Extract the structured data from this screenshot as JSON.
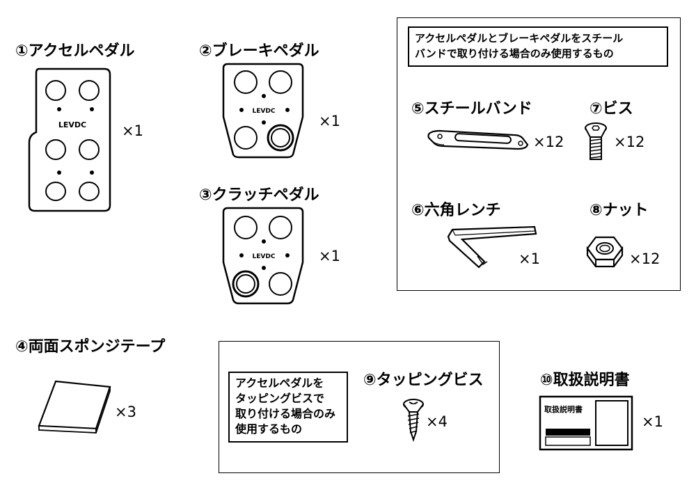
{
  "items": {
    "accel": {
      "title": "①アクセルペダル",
      "qty": "×1",
      "logo": "LEVDC"
    },
    "brake": {
      "title": "②ブレーキペダル",
      "qty": "×1",
      "logo": "LEVDC"
    },
    "clutch": {
      "title": "③クラッチペダル",
      "qty": "×1",
      "logo": "LEVDC"
    },
    "sponge": {
      "title": "④両面スポンジテープ",
      "qty": "×3"
    },
    "band": {
      "title": "⑤スチールバンド",
      "qty": "×12"
    },
    "wrench": {
      "title": "⑥六角レンチ",
      "qty": "×1"
    },
    "bis": {
      "title": "⑦ビス",
      "qty": "×12"
    },
    "nut": {
      "title": "⑧ナット",
      "qty": "×12"
    },
    "tapping": {
      "title": "⑨タッピングビス",
      "qty": "×4"
    },
    "manual": {
      "title": "⑩取扱説明書",
      "qty": "×1",
      "cover_text": "取扱説明書"
    }
  },
  "steel_note": {
    "line1": "アクセルペダルとブレーキペダルをスチール",
    "line2": "バンドで取り付ける場合のみ使用するもの"
  },
  "tapping_note": {
    "line1": "アクセルペダルを",
    "line2": "タッピングビスで",
    "line3": "取り付ける場合のみ",
    "line4": "使用するもの"
  }
}
